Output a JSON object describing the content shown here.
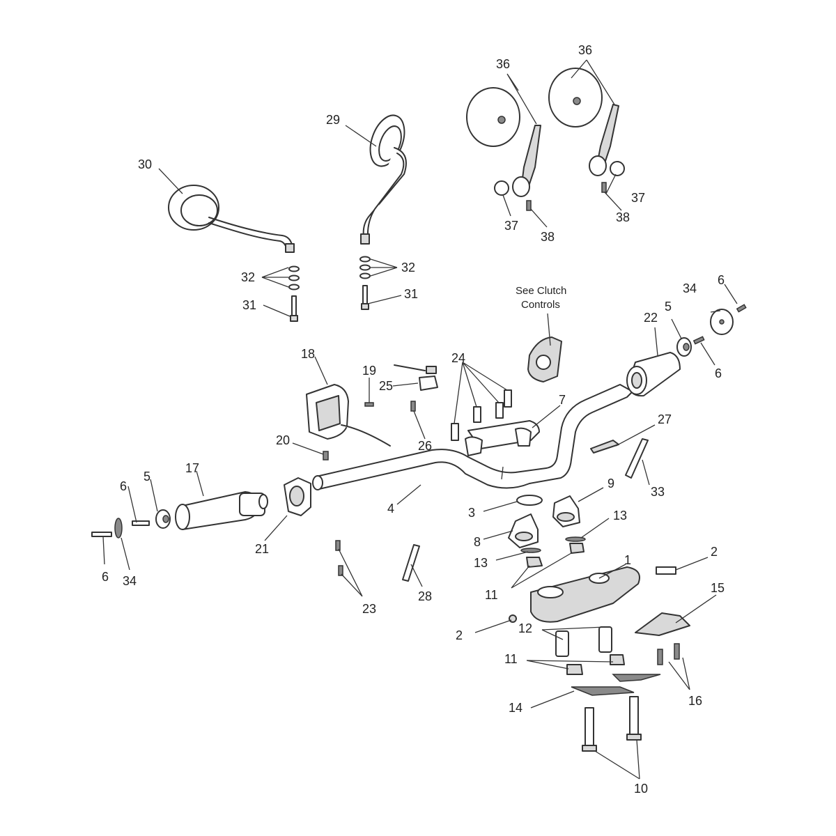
{
  "note": {
    "line1": "See Clutch",
    "line2": "Controls"
  },
  "labels": {
    "p1": "1",
    "p2": "2",
    "p3": "3",
    "p4": "4",
    "p5": "5",
    "p6": "6",
    "p7": "7",
    "p8": "8",
    "p9": "9",
    "p10": "10",
    "p11": "11",
    "p12": "12",
    "p13": "13",
    "p14": "14",
    "p15": "15",
    "p16": "16",
    "p17": "17",
    "p18": "18",
    "p19": "19",
    "p20": "20",
    "p21": "21",
    "p22": "22",
    "p23": "23",
    "p24": "24",
    "p25": "25",
    "p26": "26",
    "p27": "27",
    "p28": "28",
    "p29": "29",
    "p30": "30",
    "p31": "31",
    "p32": "32",
    "p33": "33",
    "p34": "34",
    "p36": "36",
    "p37": "37",
    "p38": "38"
  },
  "colors": {
    "line": "#333333",
    "shade": "#d9d9d9",
    "background": "#ffffff"
  }
}
